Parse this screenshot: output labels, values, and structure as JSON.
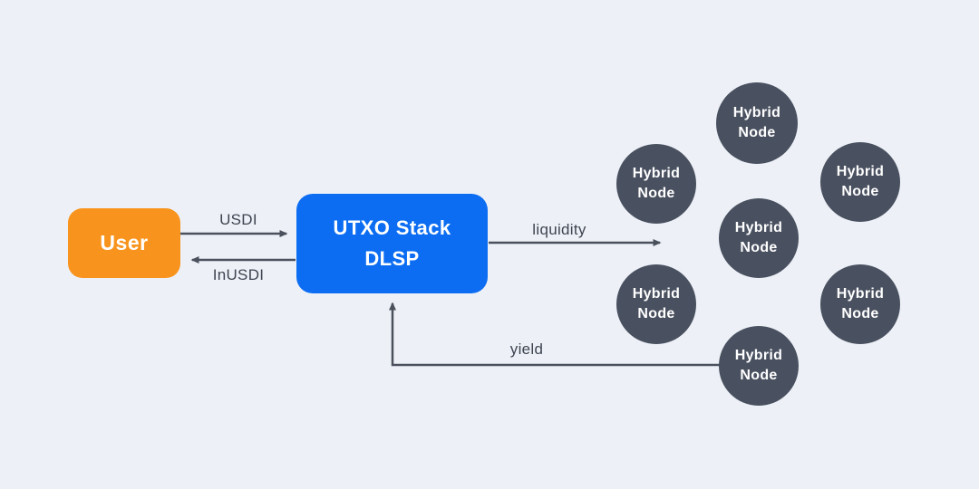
{
  "diagram": {
    "background_color": "#EDF1F7",
    "user_box": {
      "label": "User",
      "color": "#F8941D",
      "text_color": "#FFFFFF"
    },
    "dlsp_box": {
      "lines": [
        "UTXO Stack",
        "DLSP"
      ],
      "color": "#0C6DF2",
      "text_color": "#FFFFFF"
    },
    "edges": [
      {
        "id": "usdi",
        "label": "USDI",
        "from": "user-box",
        "to": "dlsp-box"
      },
      {
        "id": "inusdi",
        "label": "InUSDI",
        "from": "dlsp-box",
        "to": "user-box"
      },
      {
        "id": "liquidity",
        "label": "liquidity",
        "from": "dlsp-box",
        "to": "hybrid-node-cluster"
      },
      {
        "id": "yield",
        "label": "yield",
        "from": "hybrid-node-7",
        "to": "dlsp-box"
      }
    ],
    "edge_color": "#4A505C",
    "edge_label_color": "#3E4450",
    "hybrid_nodes": [
      {
        "label": "Hybrid Node"
      },
      {
        "label": "Hybrid Node"
      },
      {
        "label": "Hybrid Node"
      },
      {
        "label": "Hybrid Node"
      },
      {
        "label": "Hybrid Node"
      },
      {
        "label": "Hybrid Node"
      },
      {
        "label": "Hybrid Node"
      }
    ],
    "node_color": "#49505F",
    "node_text_color": "#FFFFFF"
  }
}
